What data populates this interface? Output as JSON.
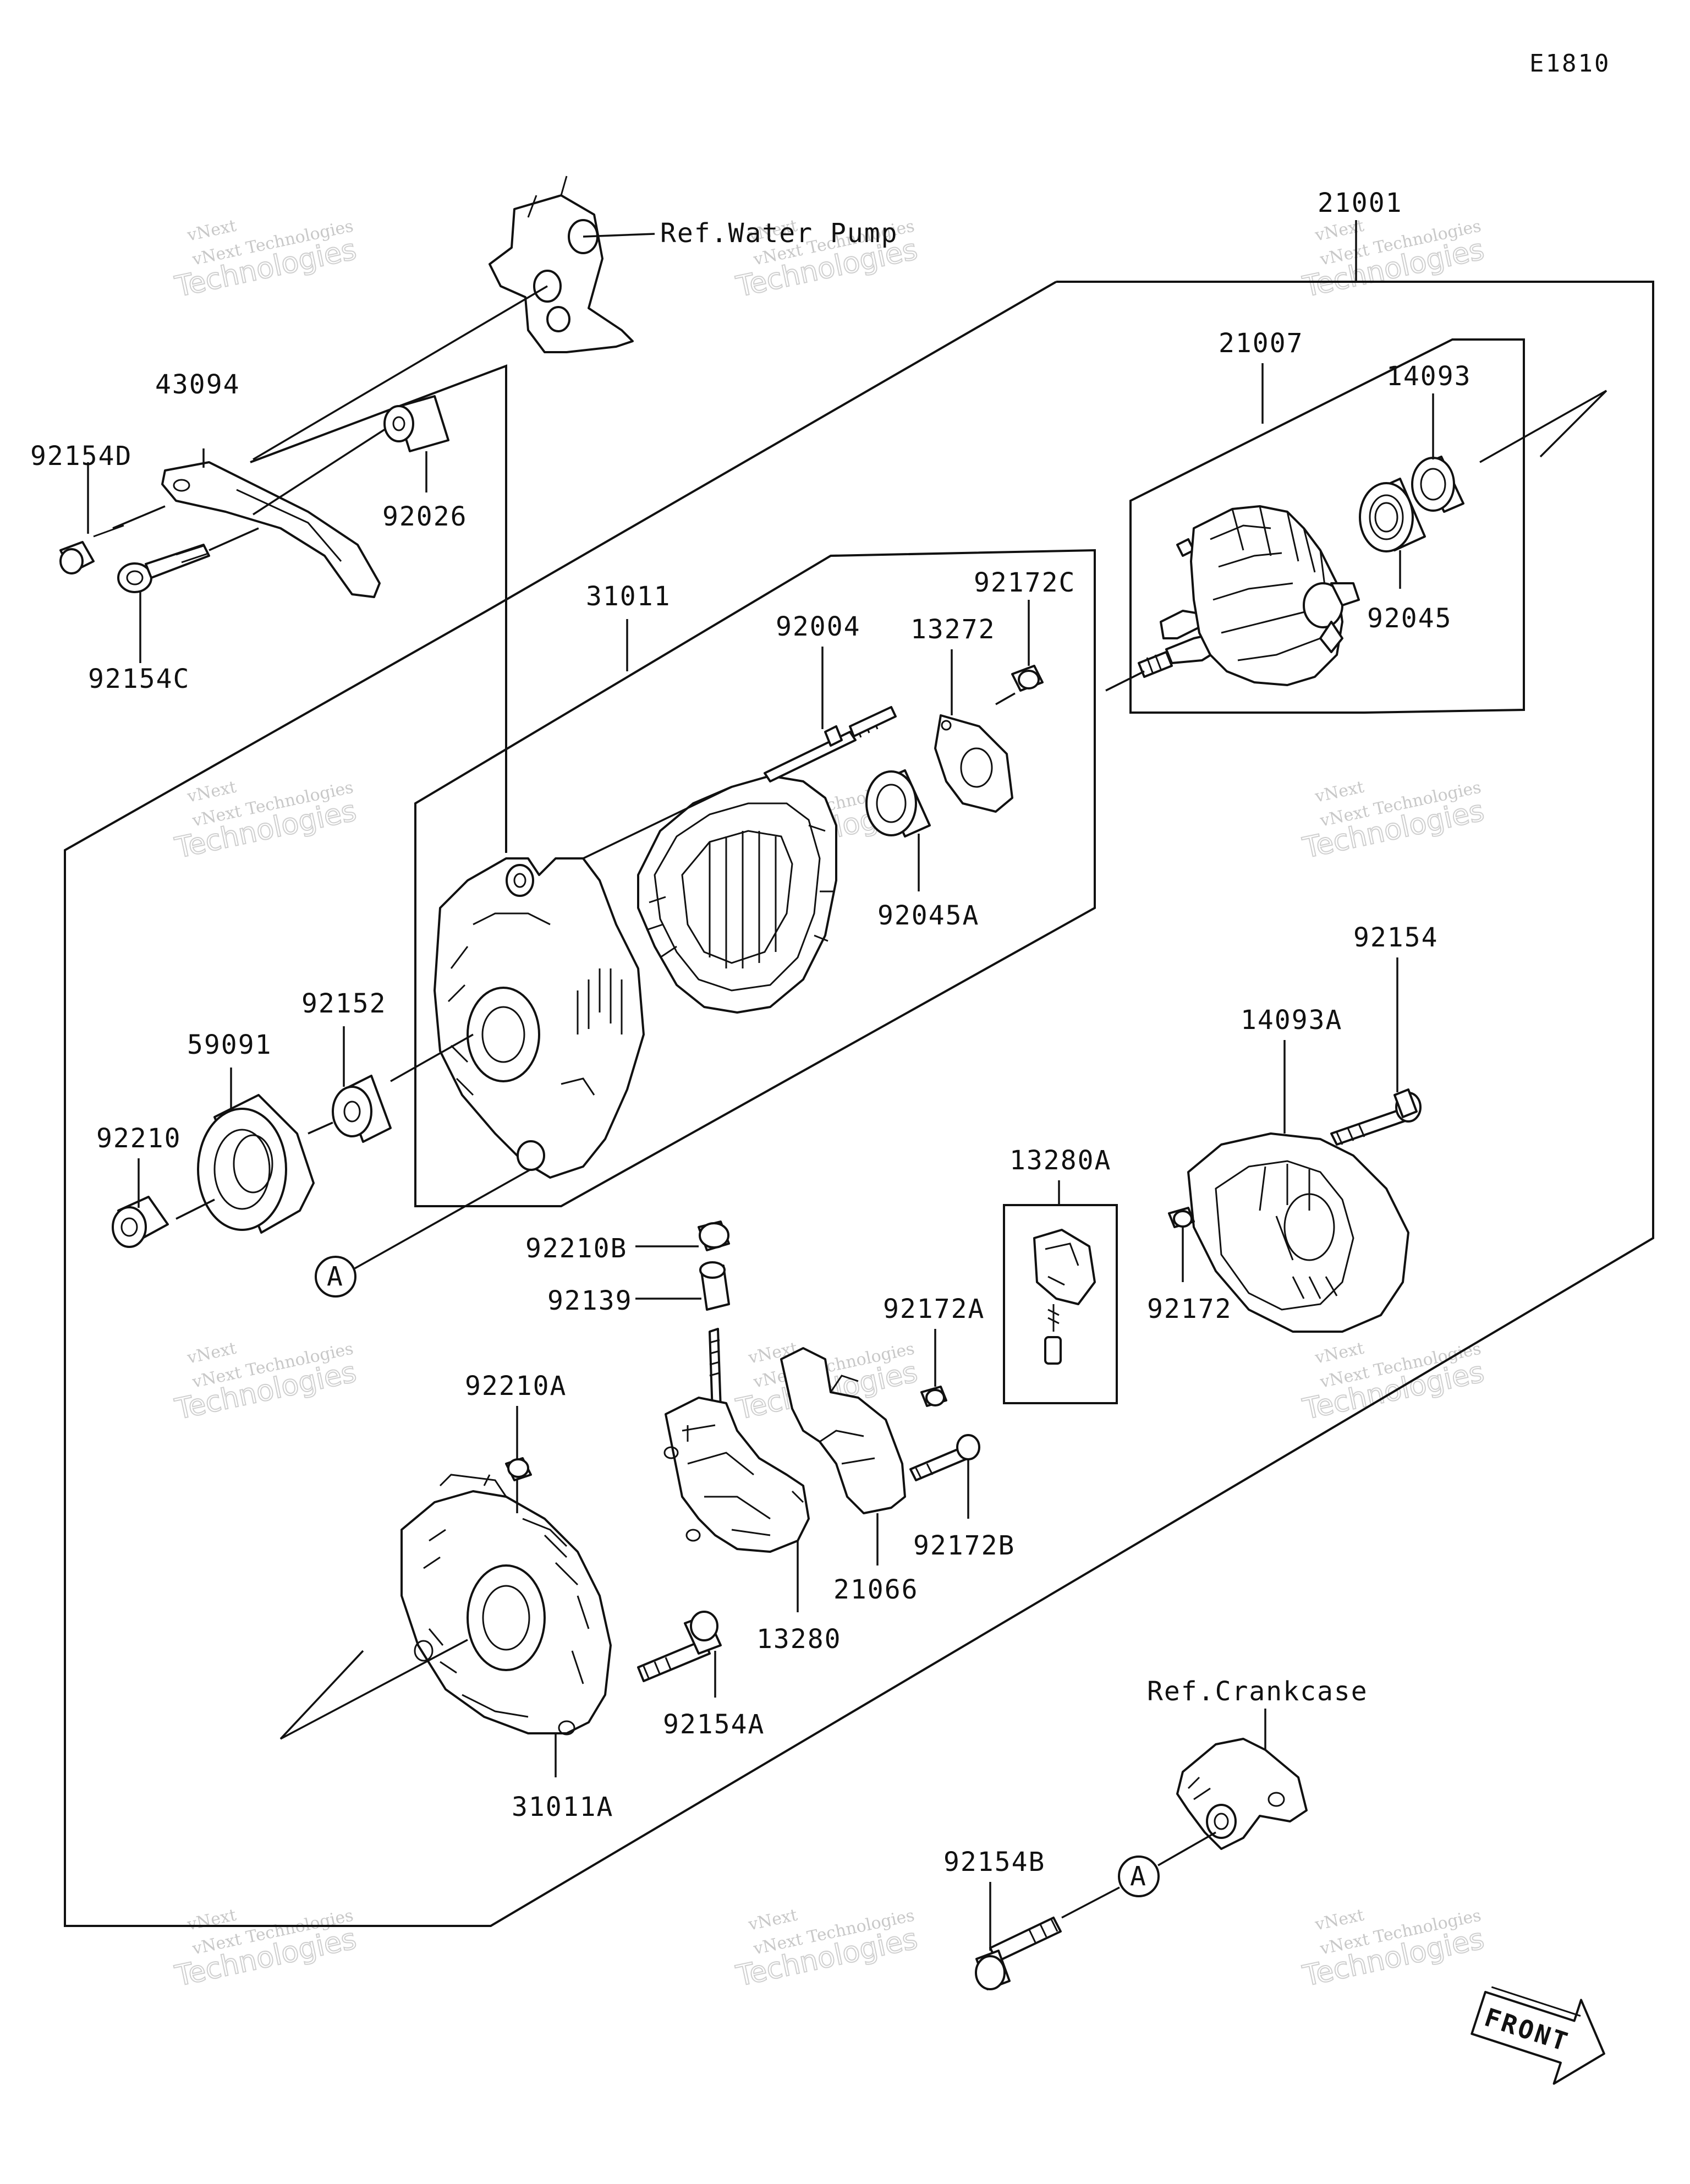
{
  "diagram_code": "E1810",
  "references": {
    "water_pump": "Ref.Water Pump",
    "crankcase": "Ref.Crankcase"
  },
  "connector_marker": "A",
  "front_marker": "FRONT",
  "watermark": {
    "line1": "vNext Technologies",
    "line2": "Technologies",
    "line3": "vNext"
  },
  "part_numbers": {
    "p21001": "21001",
    "p21007": "21007",
    "p14093": "14093",
    "p92045": "92045",
    "p43094": "43094",
    "p92154D": "92154D",
    "p92026": "92026",
    "p92154C": "92154C",
    "p31011": "31011",
    "p92004": "92004",
    "p13272": "13272",
    "p92172C": "92172C",
    "p92045A": "92045A",
    "p92154": "92154",
    "p14093A": "14093A",
    "p92152": "92152",
    "p59091": "59091",
    "p92210": "92210",
    "p13280A": "13280A",
    "p92210B": "92210B",
    "p92139": "92139",
    "p92172A": "92172A",
    "p92172": "92172",
    "p92210A": "92210A",
    "p92172B": "92172B",
    "p21066": "21066",
    "p13280": "13280",
    "p92154A": "92154A",
    "p31011A": "31011A",
    "p92154B": "92154B"
  }
}
